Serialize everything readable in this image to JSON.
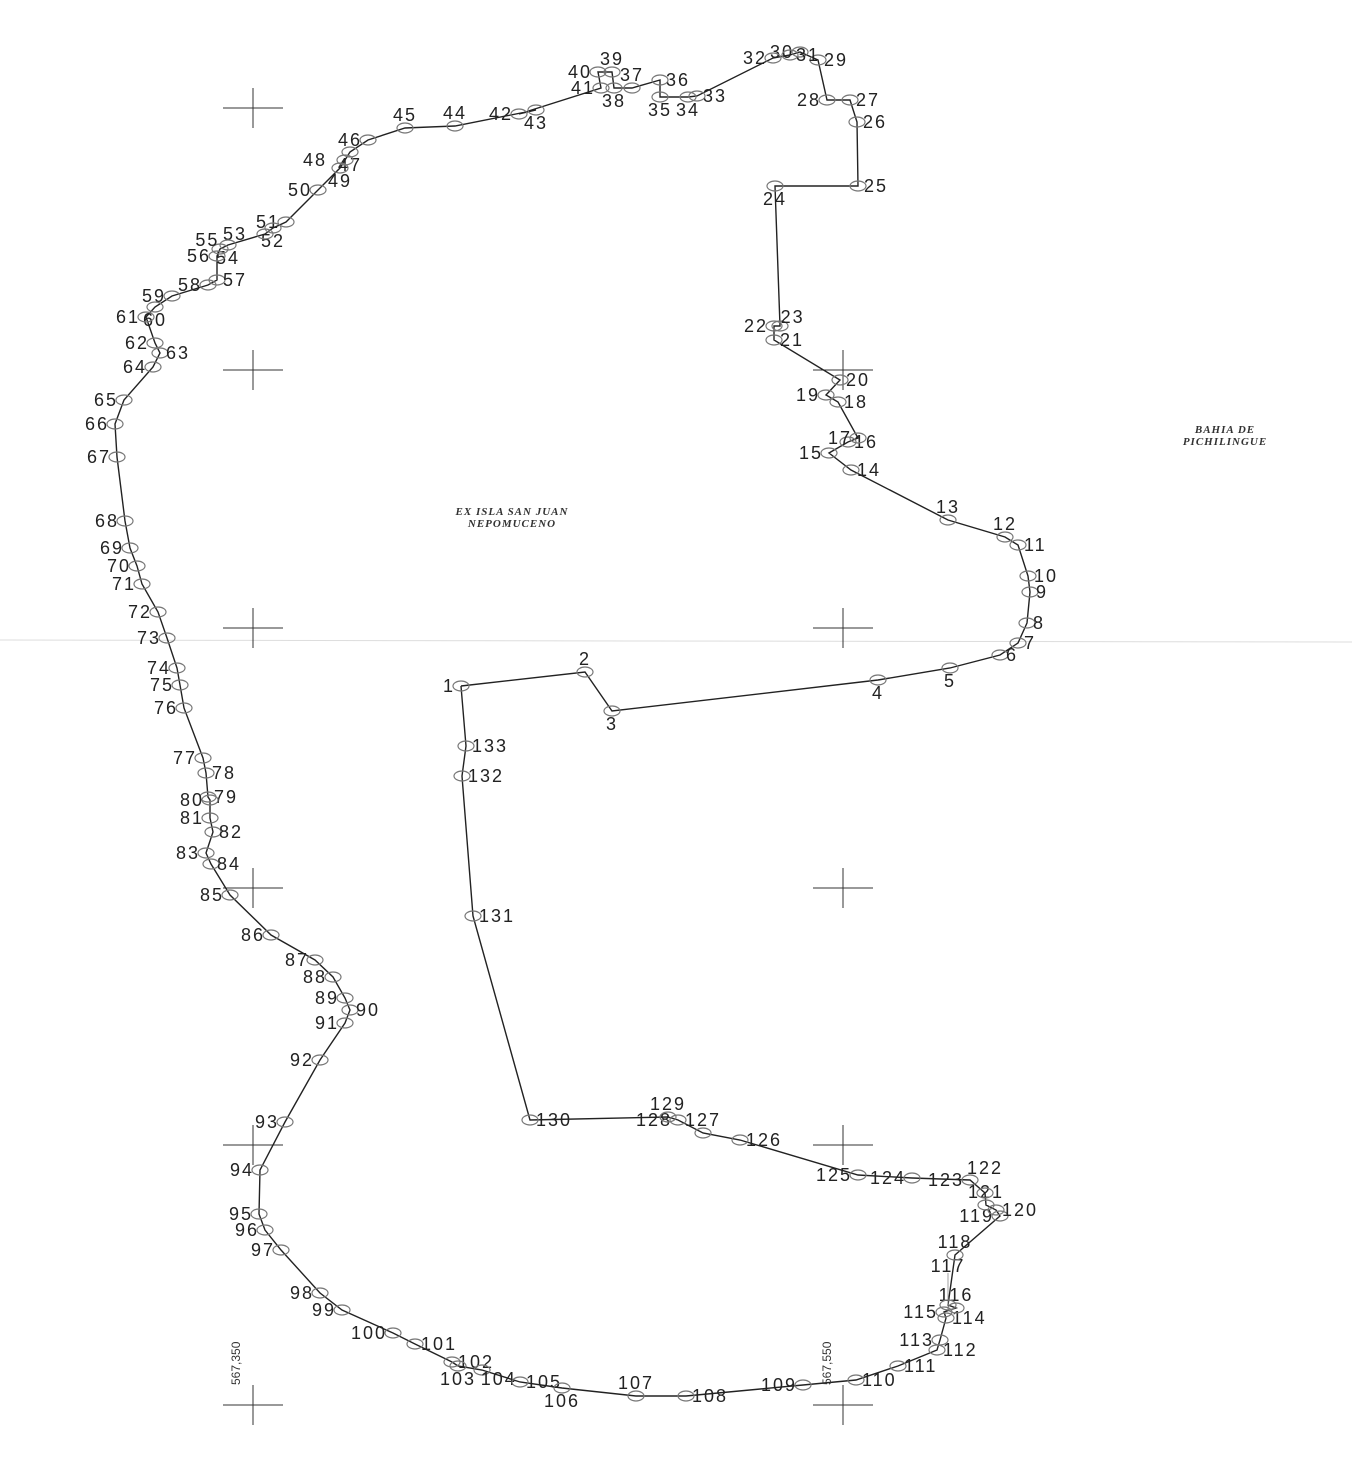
{
  "diagram": {
    "area_label_line1": "EX ISLA SAN JUAN",
    "area_label_line2": "NEPOMUCENO",
    "bay_label_line1": "BAHIA DE",
    "bay_label_line2": "PICHILINGUE",
    "coord_labels": [
      "567,350",
      "567,550"
    ],
    "vertex_labels": [
      "1",
      "2",
      "3",
      "4",
      "5",
      "6",
      "7",
      "8",
      "9",
      "10",
      "11",
      "12",
      "13",
      "14",
      "15",
      "16",
      "17",
      "18",
      "19",
      "20",
      "21",
      "22",
      "23",
      "24",
      "25",
      "26",
      "27",
      "28",
      "29",
      "30",
      "31",
      "32",
      "33",
      "34",
      "35",
      "36",
      "37",
      "38",
      "39",
      "40",
      "41",
      "42",
      "43",
      "44",
      "45",
      "46",
      "47",
      "48",
      "49",
      "50",
      "51",
      "52",
      "53",
      "54",
      "55",
      "56",
      "57",
      "58",
      "59",
      "60",
      "61",
      "62",
      "63",
      "64",
      "65",
      "66",
      "67",
      "68",
      "69",
      "70",
      "71",
      "72",
      "73",
      "74",
      "75",
      "76",
      "77",
      "78",
      "79",
      "80",
      "81",
      "82",
      "83",
      "84",
      "85",
      "86",
      "87",
      "88",
      "89",
      "90",
      "91",
      "92",
      "93",
      "94",
      "95",
      "96",
      "97",
      "98",
      "99",
      "100",
      "101",
      "102",
      "103",
      "104",
      "105",
      "106",
      "107",
      "108",
      "109",
      "110",
      "111",
      "112",
      "113",
      "114",
      "115",
      "116",
      "117",
      "118",
      "119",
      "120",
      "121",
      "122",
      "123",
      "124",
      "125",
      "126",
      "127",
      "128",
      "129",
      "130",
      "131",
      "132",
      "133"
    ],
    "line_color": "#222222",
    "vertex_color": "#777777"
  }
}
